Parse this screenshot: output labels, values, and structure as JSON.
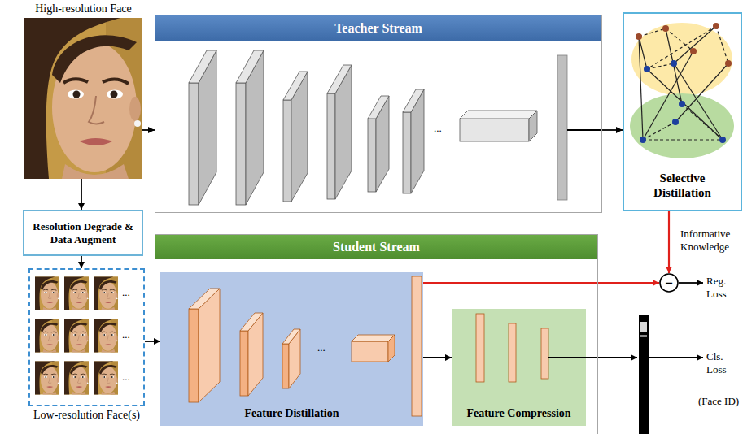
{
  "diagram": {
    "nodes": [
      {
        "text": [
          "High-resolution Face"
        ]
      },
      {
        "text": [
          "Teacher Stream"
        ]
      },
      {
        "text": [
          "Selective Distillation"
        ]
      },
      {
        "text": [
          "Resolution Degrade & Data Augment"
        ]
      },
      {
        "text": [
          "Low-resolution Face(s)"
        ]
      },
      {
        "text": [
          "Student Stream"
        ]
      },
      {
        "text": [
          "Feature Distillation"
        ],
        "in": 5
      },
      {
        "text": [
          "Feature Compression"
        ],
        "in": 5
      },
      {
        "text": [
          "−"
        ]
      }
    ],
    "edges": [
      {
        "from": 0,
        "to": 1,
        "arrow": "to"
      },
      {
        "from": 1,
        "to": 2,
        "arrow": "to"
      },
      {
        "from": 0,
        "to": 3,
        "arrow": "to"
      },
      {
        "from": 3,
        "to": 4,
        "arrow": "to"
      },
      {
        "from": 4,
        "to": 6,
        "arrow": "to"
      },
      {
        "from": 6,
        "to": 7,
        "arrow": "to"
      },
      {
        "from": 2,
        "to": 8,
        "label": "Informative Knowledge",
        "arrow": "to"
      },
      {
        "from": 6,
        "to": 8,
        "arrow": "to"
      }
    ],
    "labels": [
      "...",
      "...",
      "...",
      "...",
      "...",
      "Reg. Loss",
      "Cls. Loss",
      "(Face ID)"
    ]
  }
}
